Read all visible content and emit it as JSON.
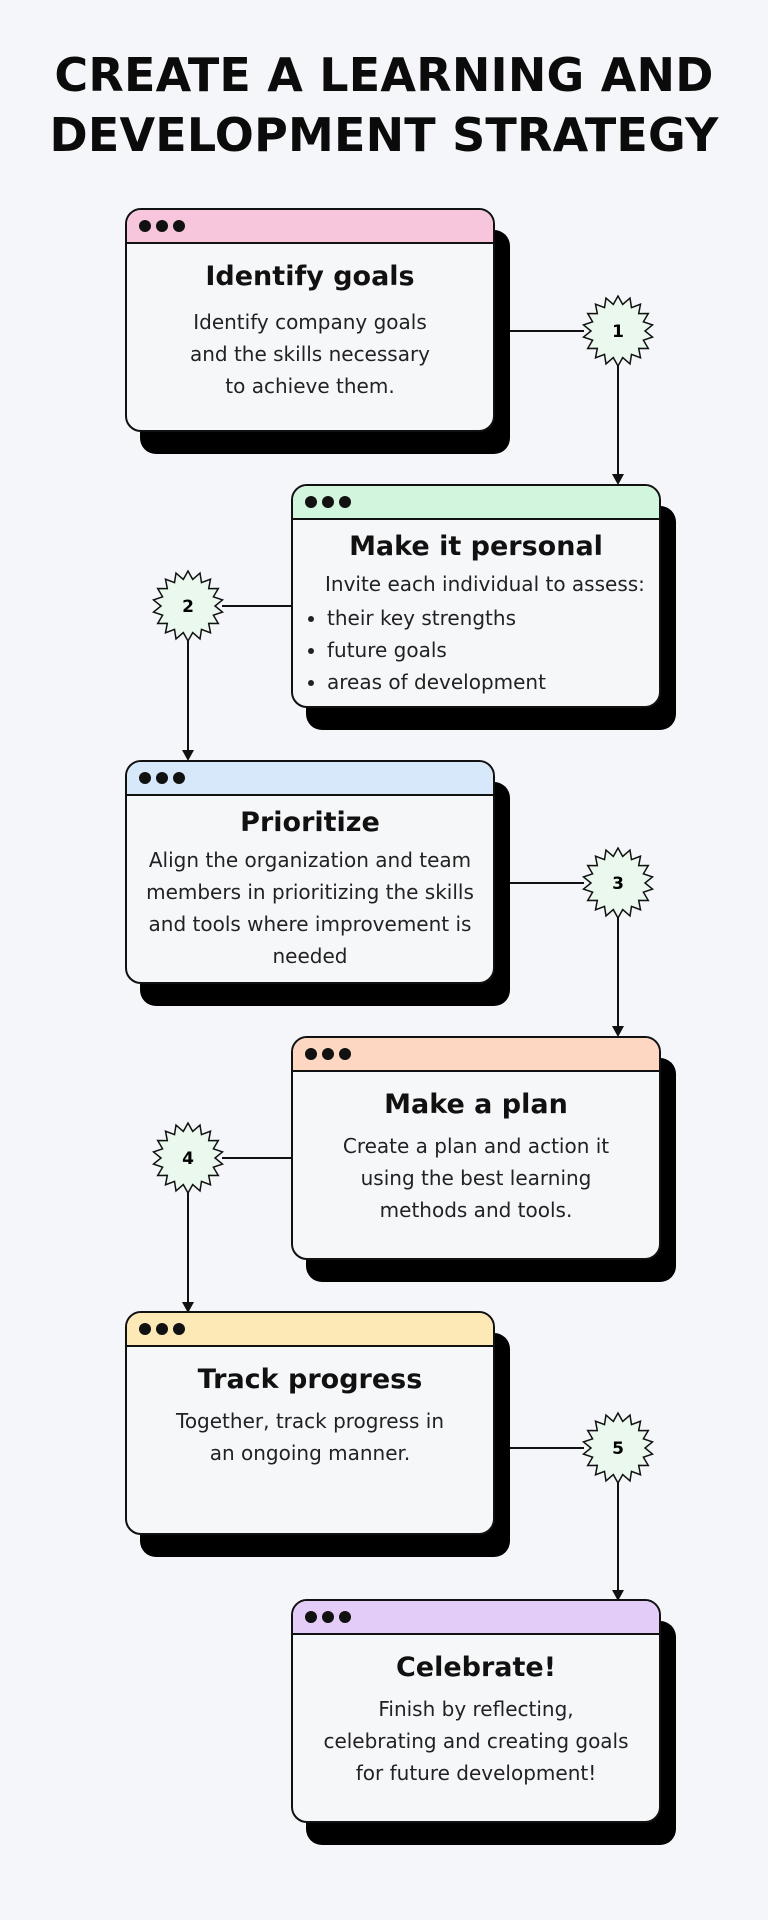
{
  "title": {
    "line1": "CREATE A LEARNING AND",
    "line2": "DEVELOPMENT STRATEGY"
  },
  "steps": [
    {
      "number": "1",
      "title": "Identify goals",
      "text_lines": [
        "Identify company goals",
        "and the skills necessary",
        "to achieve them."
      ],
      "header_color": "#f8c6dc"
    },
    {
      "number": "2",
      "title": "Make it personal",
      "intro": "Invite each individual to assess:",
      "bullets": [
        "their key strengths",
        "future goals",
        "areas of development"
      ],
      "header_color": "#d2f5dd"
    },
    {
      "number": "3",
      "title": "Prioritize",
      "text_lines": [
        "Align the organization and team",
        "members in prioritizing the skills",
        "and tools where improvement is",
        "needed"
      ],
      "header_color": "#d6e8fa"
    },
    {
      "number": "4",
      "title": "Make a plan",
      "text_lines": [
        "Create a plan and action it",
        "using the best learning",
        "methods and tools."
      ],
      "header_color": "#fdd7c1"
    },
    {
      "number": "5",
      "title": "Track progress",
      "text_lines": [
        "Together, track progress in",
        "an ongoing manner."
      ],
      "header_color": "#fde9b6"
    },
    {
      "title": "Celebrate!",
      "text_lines": [
        "Finish by reflecting,",
        "celebrating and creating goals",
        "for future development!"
      ],
      "header_color": "#e3cdf8"
    }
  ],
  "badge_fill": "#eaf8ee"
}
